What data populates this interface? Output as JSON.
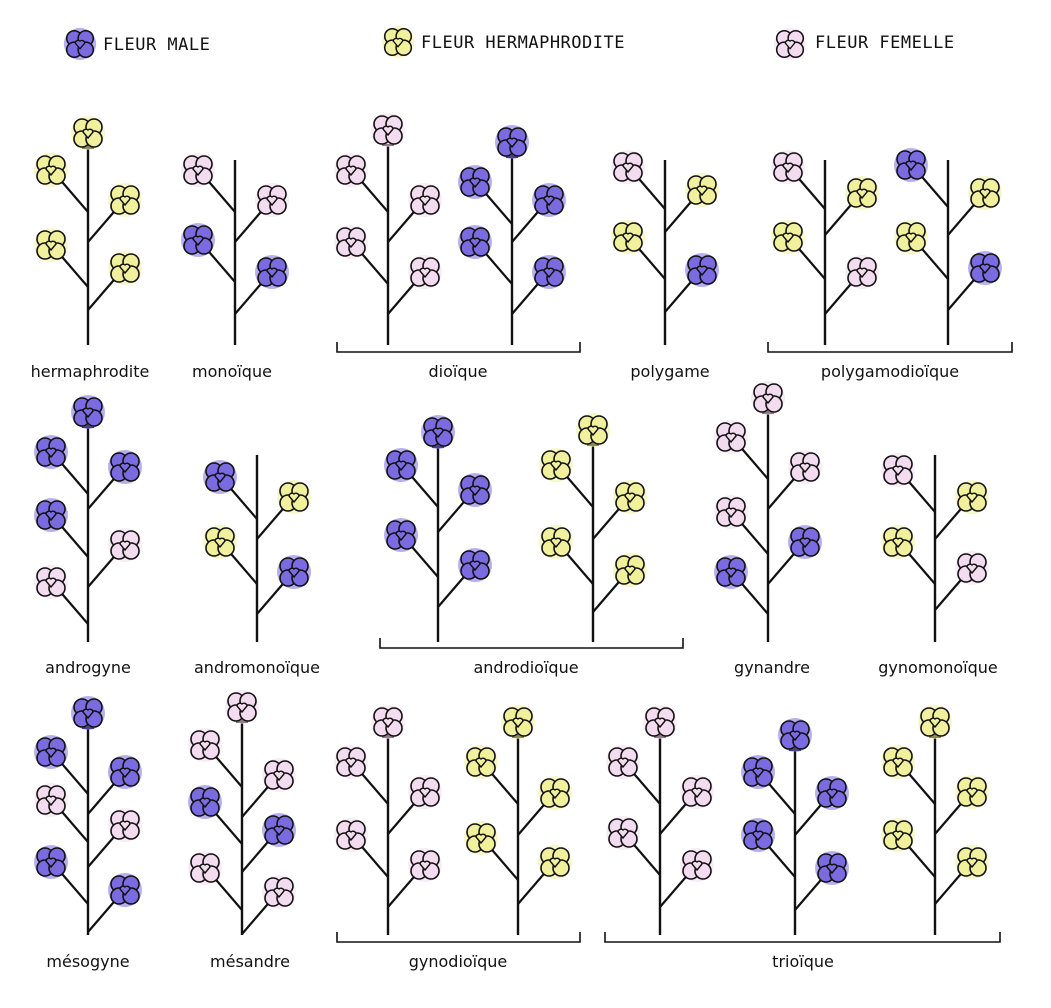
{
  "colors": {
    "male": "#7a6be0",
    "hermaphrodite": "#f1f09c",
    "female": "#f3dcef",
    "ink": "#111111"
  },
  "legend": [
    {
      "label": "FLEUR MALE",
      "type": "male"
    },
    {
      "label": "FLEUR HERMAPHRODITE",
      "type": "hermaphrodite"
    },
    {
      "label": "FLEUR FEMELLE",
      "type": "female"
    }
  ],
  "groups": [
    {
      "caption": "hermaphrodite",
      "plants": [
        {
          "top": "hermaphrodite",
          "branches": [
            "hermaphrodite",
            "hermaphrodite",
            "hermaphrodite",
            "hermaphrodite"
          ]
        }
      ]
    },
    {
      "caption": "monoïque",
      "plants": [
        {
          "top": null,
          "branches": [
            "female",
            "female",
            "male",
            "male"
          ]
        }
      ]
    },
    {
      "caption": "dioïque",
      "plants": [
        {
          "top": "female",
          "branches": [
            "female",
            "female",
            "female",
            "female"
          ]
        },
        {
          "top": "male",
          "branches": [
            "male",
            "male",
            "male",
            "male"
          ]
        }
      ]
    },
    {
      "caption": "polygame",
      "plants": [
        {
          "top": null,
          "branches": [
            "female",
            "hermaphrodite",
            "hermaphrodite",
            "male"
          ]
        }
      ]
    },
    {
      "caption": "polygamodioïque",
      "plants": [
        {
          "top": null,
          "branches": [
            "female",
            "hermaphrodite",
            "hermaphrodite",
            "female"
          ]
        },
        {
          "top": null,
          "branches": [
            "male",
            "hermaphrodite",
            "hermaphrodite",
            "male"
          ]
        }
      ]
    },
    {
      "caption": "androgyne",
      "plants": [
        {
          "top": "male",
          "branches": [
            "male",
            "male",
            "male",
            "female",
            "female"
          ]
        }
      ]
    },
    {
      "caption": "andromonoïque",
      "plants": [
        {
          "top": null,
          "branches": [
            "male",
            "hermaphrodite",
            "hermaphrodite",
            "male"
          ]
        }
      ]
    },
    {
      "caption": "androdioïque",
      "plants": [
        {
          "top": "male",
          "branches": [
            "male",
            "male",
            "male",
            "male"
          ]
        },
        {
          "top": "hermaphrodite",
          "branches": [
            "hermaphrodite",
            "hermaphrodite",
            "hermaphrodite",
            "hermaphrodite"
          ]
        }
      ]
    },
    {
      "caption": "gynandre",
      "plants": [
        {
          "top": "female",
          "branches": [
            "female",
            "female",
            "female",
            "male",
            "male"
          ]
        }
      ]
    },
    {
      "caption": "gynomonoïque",
      "plants": [
        {
          "top": null,
          "branches": [
            "female",
            "hermaphrodite",
            "hermaphrodite",
            "female"
          ]
        }
      ]
    },
    {
      "caption": "mésogyne",
      "plants": [
        {
          "top": "male",
          "branches": [
            "male",
            "male",
            "female",
            "female",
            "male",
            "male"
          ]
        }
      ]
    },
    {
      "caption": "mésandre",
      "plants": [
        {
          "top": "female",
          "branches": [
            "female",
            "female",
            "male",
            "male",
            "female",
            "female"
          ]
        }
      ]
    },
    {
      "caption": "gynodioïque",
      "plants": [
        {
          "top": "female",
          "branches": [
            "female",
            "female",
            "female",
            "female"
          ]
        },
        {
          "top": "hermaphrodite",
          "branches": [
            "hermaphrodite",
            "hermaphrodite",
            "hermaphrodite",
            "hermaphrodite"
          ]
        }
      ]
    },
    {
      "caption": "trioïque",
      "plants": [
        {
          "top": "female",
          "branches": [
            "female",
            "female",
            "female",
            "female"
          ]
        },
        {
          "top": "male",
          "branches": [
            "male",
            "male",
            "male",
            "male"
          ]
        },
        {
          "top": "hermaphrodite",
          "branches": [
            "hermaphrodite",
            "hermaphrodite",
            "hermaphrodite",
            "hermaphrodite"
          ]
        }
      ]
    }
  ]
}
